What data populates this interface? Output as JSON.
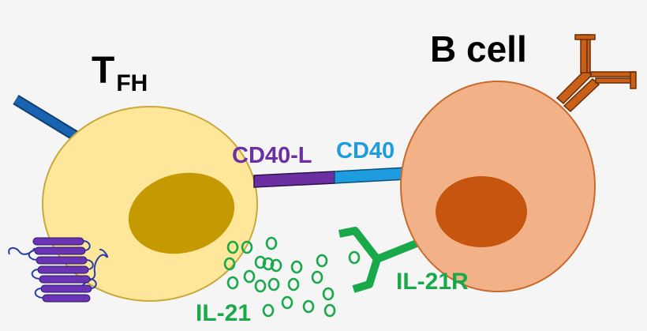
{
  "labels": {
    "tfh_main": "T",
    "tfh_sub": "FH",
    "b_cell": "B cell",
    "cd40l": "CD40-L",
    "cd40": "CD40",
    "il21r": "IL-21R",
    "il21": "IL-21"
  },
  "colors": {
    "background": "#f5f5f6",
    "tfh_fill": "#fee69a",
    "tfh_stroke": "#c8a93a",
    "tfh_nucleus": "#c49a00",
    "bcell_fill": "#f2b186",
    "bcell_stroke": "#c86a2e",
    "bcell_nucleus": "#c6560f",
    "cd40l": "#6b2fa3",
    "cd40": "#1f9be0",
    "il21": "#19a84a",
    "tcr_receptor": "#1a63b0",
    "antibody": "#c8601a",
    "transmembrane": "#6a35b5"
  },
  "icons": {
    "tfh_cell": "t-follicular-helper-cell",
    "b_cell": "b-cell",
    "antibody": "antibody-y-icon",
    "tcr": "t-cell-receptor-rod",
    "transmembrane": "transmembrane-receptor-icon",
    "il21r": "il21-receptor-icon",
    "il21_molecule": "cytokine-circle-icon"
  }
}
